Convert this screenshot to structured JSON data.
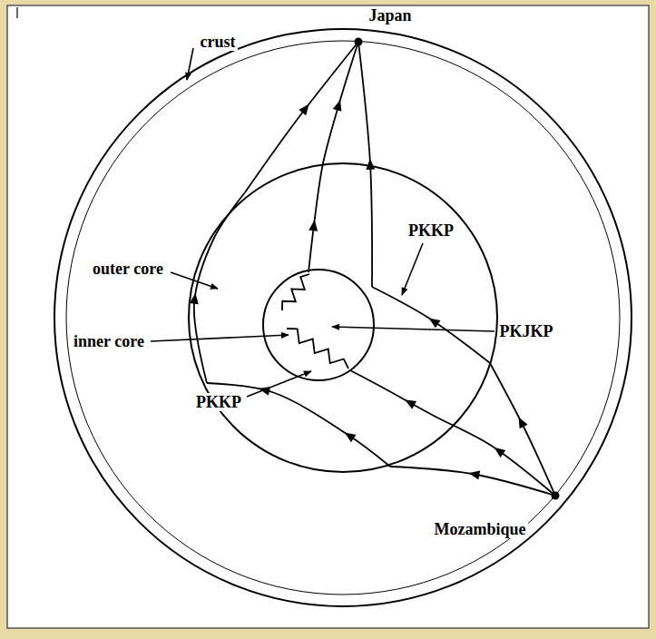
{
  "diagram": {
    "labels": [
      "Japan",
      "crust",
      "outer core",
      "PKKP",
      "inner core",
      "PKJKP",
      "PKKP",
      "Mozambique"
    ]
  }
}
